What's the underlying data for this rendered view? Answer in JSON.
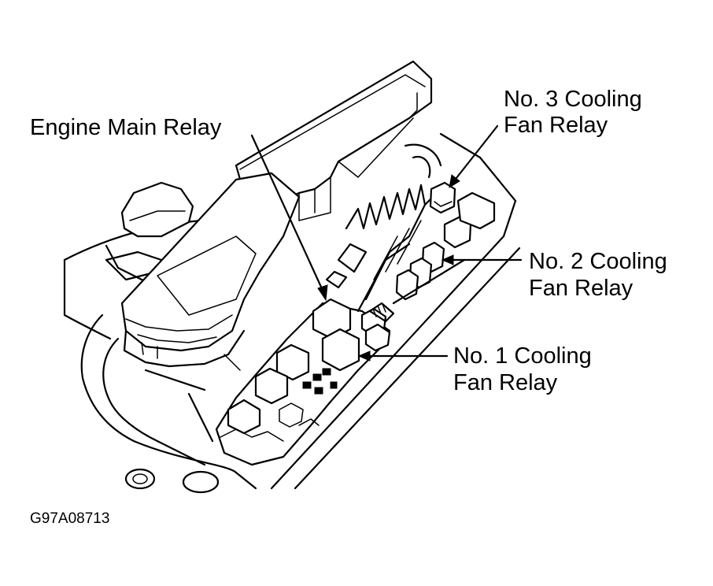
{
  "labels": {
    "engine_main_relay": "Engine Main Relay",
    "fan3_line1": "No. 3 Cooling",
    "fan3_line2": "Fan Relay",
    "fan2_line1": "No. 2 Cooling",
    "fan2_line2": "Fan Relay",
    "fan1_line1": "No. 1 Cooling",
    "fan1_line2": "Fan Relay"
  },
  "figure_code": "G97A08713",
  "colors": {
    "ink": "#000000",
    "background": "#ffffff"
  }
}
